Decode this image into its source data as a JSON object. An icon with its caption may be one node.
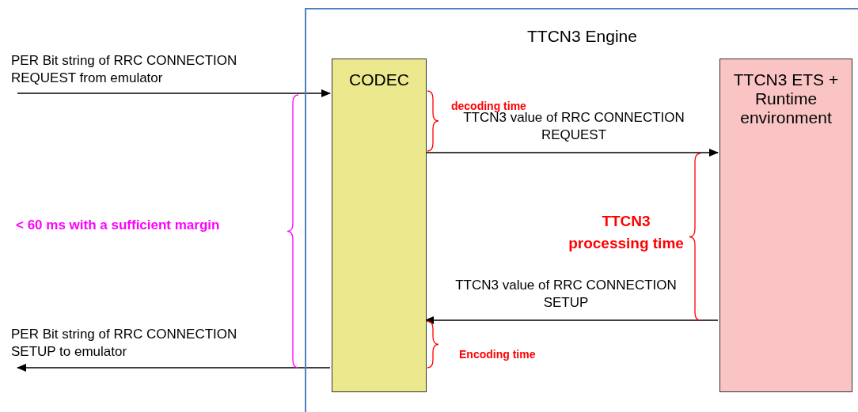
{
  "diagram": {
    "nodes": [
      {
        "text": [
          "TTCN3 Engine"
        ]
      },
      {
        "text": [
          "CODEC"
        ],
        "in": 0
      },
      {
        "text": [
          "TTCN3 ETS + Runtime environment"
        ],
        "in": 0
      }
    ],
    "edges": [
      {
        "from": null,
        "to": 1,
        "arrow": "to",
        "label": "PER Bit string of RRC CONNECTION REQUEST from emulator"
      },
      {
        "from": 1,
        "to": 2,
        "arrow": "to",
        "label": "TTCN3 value of RRC CONNECTION REQUEST"
      },
      {
        "from": 2,
        "to": 1,
        "arrow": "to",
        "label": "TTCN3 value of RRC CONNECTION SETUP"
      },
      {
        "from": 1,
        "to": null,
        "arrow": "to",
        "label": "PER Bit string of RRC CONNECTION SETUP to emulator"
      }
    ],
    "labels": [
      "decoding time",
      "< 60 ms with a sufficient margin",
      "TTCN3 processing time",
      "Encoding time"
    ]
  }
}
